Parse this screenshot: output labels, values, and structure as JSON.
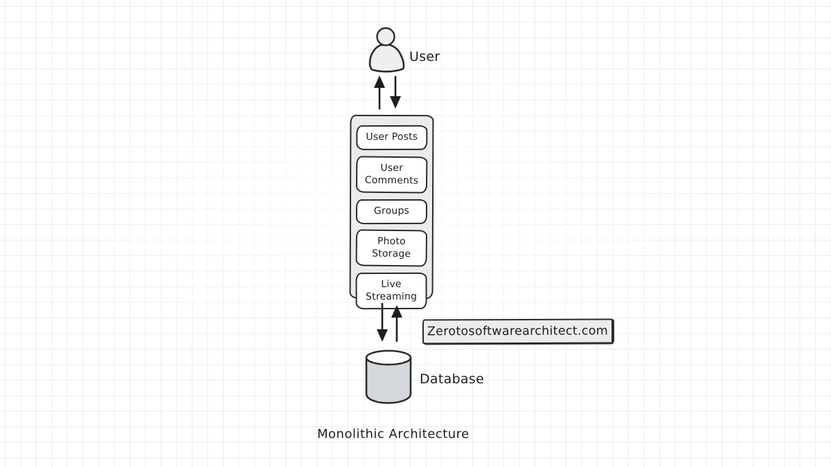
{
  "page": {
    "background": "#ffffff",
    "grid_color": "#ececec"
  },
  "diagram": {
    "caption": "Monolithic Architecture",
    "watermark": {
      "text": "Zerotosoftwarearchitect.com"
    },
    "actors": {
      "user": {
        "label": "User"
      },
      "database": {
        "label": "Database"
      }
    },
    "monolith": {
      "modules": [
        {
          "label": "User Posts"
        },
        {
          "label": "User Comments"
        },
        {
          "label": "Groups"
        },
        {
          "label": "Photo Storage"
        },
        {
          "label": "Live Streaming"
        }
      ]
    },
    "flows": {
      "user_to_monolith": "bidirectional",
      "monolith_to_database": "bidirectional"
    },
    "colors": {
      "stroke": "#2b2b2b",
      "container_fill": "#ebebeb",
      "module_fill": "#ffffff",
      "database_fill": "#d4d7db",
      "database_top_fill": "#fdfdfd",
      "figure_fill": "#efefef",
      "watermark_fill": "#ececec",
      "text": "#1e1e1e"
    }
  }
}
